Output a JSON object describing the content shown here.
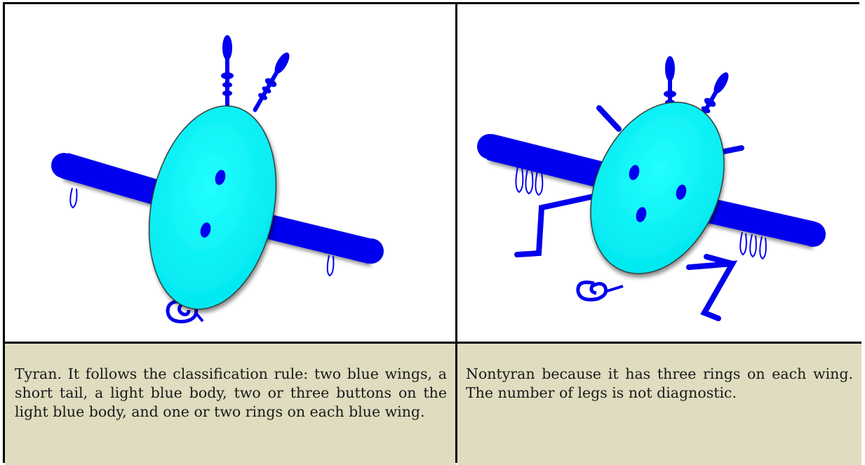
{
  "panels": [
    {
      "image_subject": "tyran-creature",
      "caption": "Tyran. It follows the classification rule: two blue wings, a short tail, a light blue body, two or three buttons on the light blue body, and one or two rings on each blue wing."
    },
    {
      "image_subject": "nontyran-creature",
      "caption": "Nontyran because it has three rings on each wing. The number of legs is not diagnostic."
    }
  ],
  "colors": {
    "body_fill": "#00ffff",
    "wing_fill": "#0000ee",
    "caption_background": "#dfdcbf",
    "border": "#000000"
  }
}
